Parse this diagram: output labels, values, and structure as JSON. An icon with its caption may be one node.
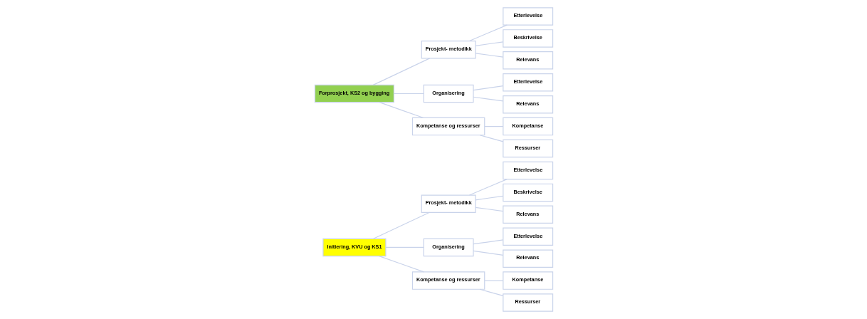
{
  "diagram": {
    "nodes": [
      {
        "text": [
          "Initiering, KVU og KS1"
        ]
      },
      {
        "text": [
          "Prosjekt- metodikk"
        ]
      },
      {
        "text": [
          "Etterlevelse"
        ]
      },
      {
        "text": [
          "Beskrivelse"
        ]
      },
      {
        "text": [
          "Relevans"
        ]
      },
      {
        "text": [
          "Organisering"
        ]
      },
      {
        "text": [
          "Etterlevelse"
        ]
      },
      {
        "text": [
          "Relevans"
        ]
      },
      {
        "text": [
          "Kompetanse og ressurser"
        ]
      },
      {
        "text": [
          "Kompetanse"
        ]
      },
      {
        "text": [
          "Ressurser"
        ]
      },
      {
        "text": [
          "Forprosjekt, KS2 og bygging"
        ]
      },
      {
        "text": [
          "Prosjekt- metodikk"
        ]
      },
      {
        "text": [
          "Etterlevelse"
        ]
      },
      {
        "text": [
          "Beskrivelse"
        ]
      },
      {
        "text": [
          "Relevans"
        ]
      },
      {
        "text": [
          "Organisering"
        ]
      },
      {
        "text": [
          "Etterlevelse"
        ]
      },
      {
        "text": [
          "Relevans"
        ]
      },
      {
        "text": [
          "Kompetanse og ressurser"
        ]
      },
      {
        "text": [
          "Kompetanse"
        ]
      },
      {
        "text": [
          "Ressurser"
        ]
      }
    ],
    "edges": [
      {
        "from": 0,
        "to": 1,
        "arrow": "none"
      },
      {
        "from": 1,
        "to": 2,
        "arrow": "none"
      },
      {
        "from": 1,
        "to": 3,
        "arrow": "none"
      },
      {
        "from": 1,
        "to": 4,
        "arrow": "none"
      },
      {
        "from": 0,
        "to": 5,
        "arrow": "none"
      },
      {
        "from": 5,
        "to": 6,
        "arrow": "none"
      },
      {
        "from": 5,
        "to": 7,
        "arrow": "none"
      },
      {
        "from": 0,
        "to": 8,
        "arrow": "none"
      },
      {
        "from": 8,
        "to": 9,
        "arrow": "none"
      },
      {
        "from": 8,
        "to": 10,
        "arrow": "none"
      },
      {
        "from": 11,
        "to": 12,
        "arrow": "none"
      },
      {
        "from": 12,
        "to": 13,
        "arrow": "none"
      },
      {
        "from": 12,
        "to": 14,
        "arrow": "none"
      },
      {
        "from": 12,
        "to": 15,
        "arrow": "none"
      },
      {
        "from": 11,
        "to": 16,
        "arrow": "none"
      },
      {
        "from": 16,
        "to": 17,
        "arrow": "none"
      },
      {
        "from": 16,
        "to": 18,
        "arrow": "none"
      },
      {
        "from": 11,
        "to": 19,
        "arrow": "none"
      },
      {
        "from": 19,
        "to": 20,
        "arrow": "none"
      },
      {
        "from": 19,
        "to": 21,
        "arrow": "none"
      }
    ]
  }
}
